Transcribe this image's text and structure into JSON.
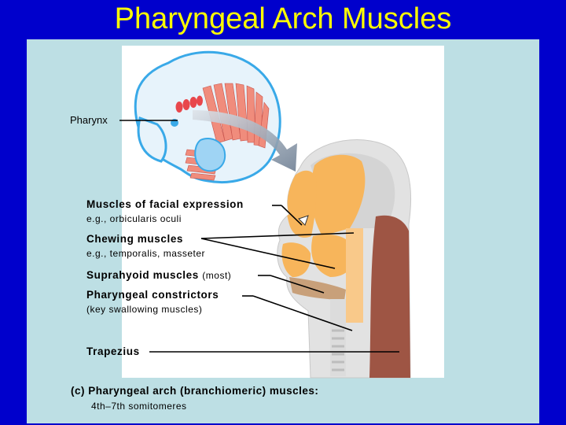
{
  "title": "Pharyngeal Arch Muscles",
  "labels": {
    "pharynx": "Pharynx",
    "facial": "Muscles of facial expression",
    "facial_example": "e.g., orbicularis oculi",
    "chewing": "Chewing muscles",
    "chewing_example": "e.g., temporalis, masseter",
    "suprahyoid": "Suprahyoid muscles",
    "suprahyoid_note": "(most)",
    "constrictors": "Pharyngeal constrictors",
    "constrictors_note": "(key swallowing muscles)",
    "trapezius": "Trapezius"
  },
  "caption": {
    "line1": "(c) Pharyngeal arch (branchiomeric) muscles:",
    "line2": "4th–7th somitomeres"
  },
  "colors": {
    "background": "#0000cc",
    "title": "#ffff00",
    "panel": "#bddfe4",
    "embryo_outline": "#39a9e8",
    "arch_muscle": "#e8474c",
    "somite": "#f08c7c",
    "head_muscle": "#f7b55b",
    "trapezius": "#9e5544"
  }
}
